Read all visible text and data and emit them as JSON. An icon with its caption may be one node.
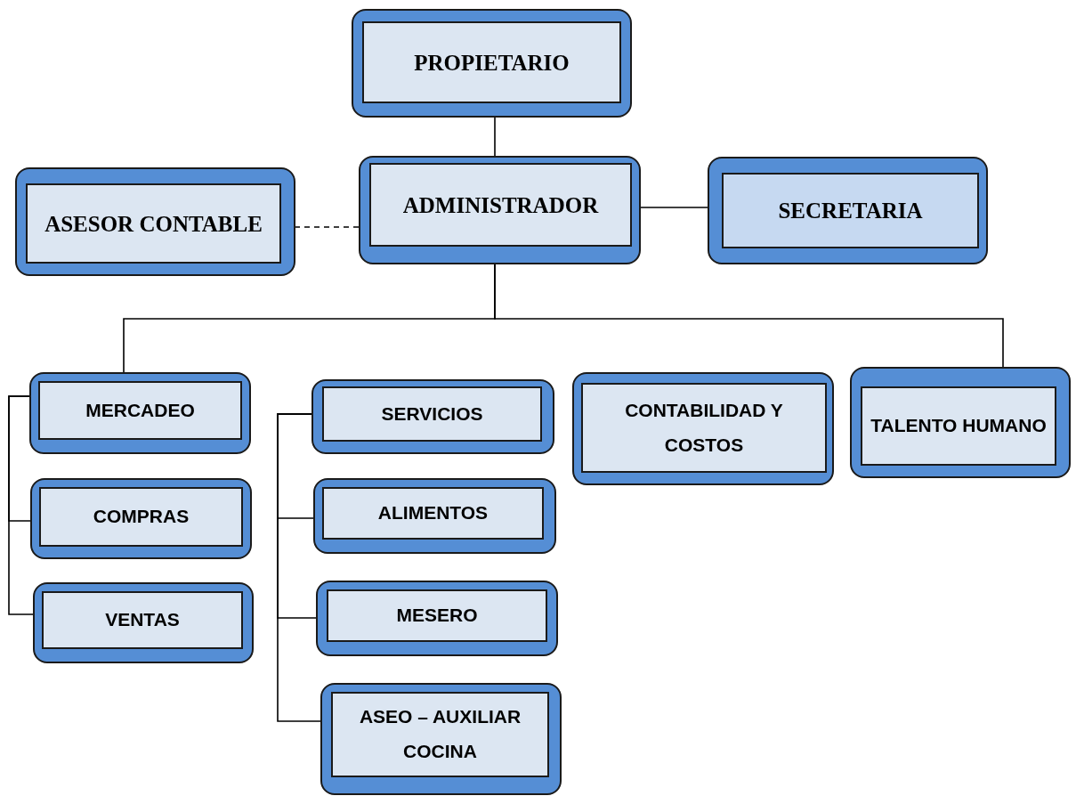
{
  "diagram": {
    "nodes": [
      {
        "text": [
          "PROPIETARIO"
        ]
      },
      {
        "text": [
          "ASESOR CONTABLE"
        ]
      },
      {
        "text": [
          "ADMINISTRADOR"
        ]
      },
      {
        "text": [
          "SECRETARIA"
        ]
      },
      {
        "text": [
          "MERCADEO"
        ]
      },
      {
        "text": [
          "SERVICIOS"
        ]
      },
      {
        "text": [
          "CONTABILIDAD Y COSTOS"
        ]
      },
      {
        "text": [
          "TALENTO HUMANO"
        ]
      },
      {
        "text": [
          "COMPRAS"
        ]
      },
      {
        "text": [
          "ALIMENTOS"
        ]
      },
      {
        "text": [
          "VENTAS"
        ]
      },
      {
        "text": [
          "MESERO"
        ]
      },
      {
        "text": [
          "ASEO – AUXILIAR COCINA"
        ]
      }
    ],
    "edges": [
      {
        "from": 0,
        "to": 2,
        "arrow": "none"
      },
      {
        "from": 2,
        "to": 1,
        "arrow": "none",
        "style": "dashed"
      },
      {
        "from": 2,
        "to": 3,
        "arrow": "none"
      },
      {
        "from": 2,
        "to": 4,
        "arrow": "none"
      },
      {
        "from": 2,
        "to": 7,
        "arrow": "none"
      },
      {
        "from": 4,
        "to": 8,
        "arrow": "none"
      },
      {
        "from": 4,
        "to": 10,
        "arrow": "none"
      },
      {
        "from": 5,
        "to": 9,
        "arrow": "none"
      },
      {
        "from": 5,
        "to": 11,
        "arrow": "none"
      },
      {
        "from": 5,
        "to": 12,
        "arrow": "none"
      }
    ]
  }
}
